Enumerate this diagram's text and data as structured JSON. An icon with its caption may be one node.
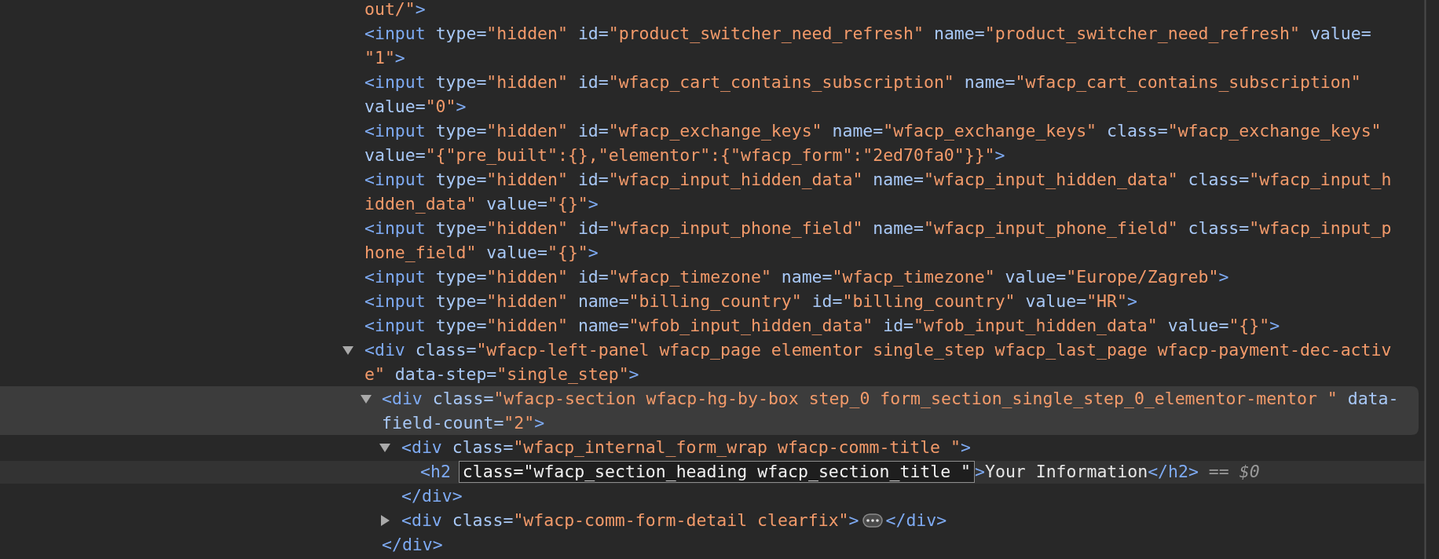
{
  "diagram": {
    "labels": [
      "out/\">",
      "<input type=\"hidden\" id=\"product_switcher_need_refresh\" name=\"product_switcher_need_refresh\" value=",
      "\"1\">",
      "<input type=\"hidden\" id=\"wfacp_cart_contains_subscription\" name=\"wfacp_cart_contains_subscription\"",
      "value=\"0\">",
      "<input type=\"hidden\" id=\"wfacp_exchange_keys\" name=\"wfacp_exchange_keys\" class=\"wfacp_exchange_keys\"",
      "value=\"{\"pre_built\":{},\"elementor\":{\"wfacp_form\":\"2ed70fa0\"}}\">",
      "<input type=\"hidden\" id=\"wfacp_input_hidden_data\" name=\"wfacp_input_hidden_data\" class=\"wfacp_input_h",
      "idden_data\" value=\"{}\">",
      "<input type=\"hidden\" id=\"wfacp_input_phone_field\" name=\"wfacp_input_phone_field\" class=\"wfacp_input_p",
      "hone_field\" value=\"{}\">",
      "<input type=\"hidden\" id=\"wfacp_timezone\" name=\"wfacp_timezone\" value=\"Europe/Zagreb\">",
      "<input type=\"hidden\" name=\"billing_country\" id=\"billing_country\" value=\"HR\">",
      "<input type=\"hidden\" name=\"wfob_input_hidden_data\" id=\"wfob_input_hidden_data\" value=\"{}\">",
      "<div class=\"wfacp-left-panel wfacp_page elementor single_step wfacp_last_page wfacp-payment-dec-activ",
      "e\" data-step=\"single_step\">",
      "<div class=\"wfacp-section wfacp-hg-by-box step_0 form_section_single_step_0_elementor-mentor \" data-",
      "field-count=\"2\">",
      "<div class=\"wfacp_internal_form_wrap wfacp-comm-title \">",
      "<h2",
      "class=\"wfacp_section_heading wfacp_section_title \"",
      ">Your Information</h2>",
      "== $0",
      "</div>",
      "<div class=\"wfacp-comm-form-detail clearfix\">",
      "</div>",
      "</div>"
    ]
  }
}
